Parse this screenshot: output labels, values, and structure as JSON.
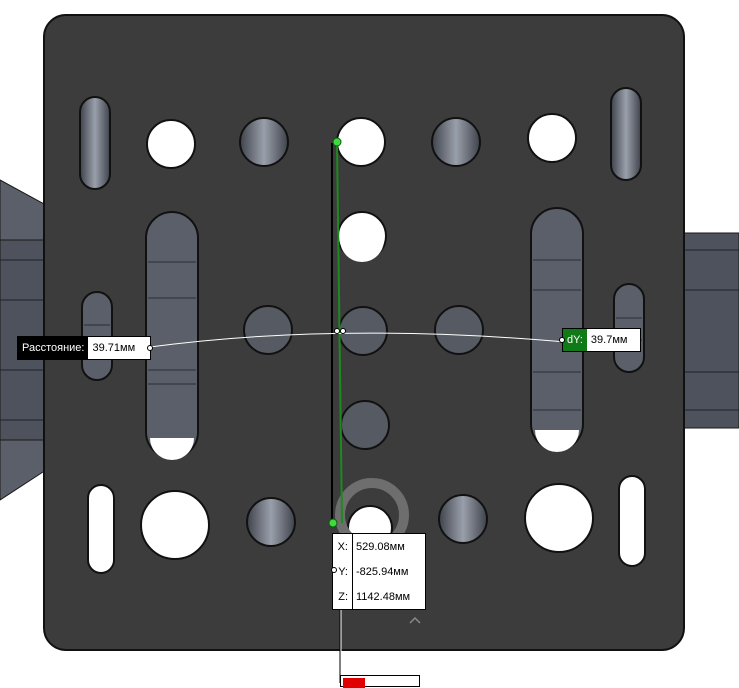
{
  "distance_callout": {
    "label": "Расстояние:",
    "value": "39.71мм"
  },
  "dy_callout": {
    "label": "dY:",
    "value": "39.7мм"
  },
  "coordinates": {
    "x": {
      "axis": "X:",
      "value": "529.08мм"
    },
    "y": {
      "axis": "Y:",
      "value": "-825.94мм"
    },
    "z": {
      "axis": "Z:",
      "value": "1142.48мм"
    }
  },
  "colors": {
    "plate": "#3c3c3c",
    "plate_edge": "#1a1a1a",
    "background_part": "#565b66",
    "measure_line": "#1d8a1d",
    "endpoint": "#3cdc3c",
    "dy_label_bg": "#0f7a16",
    "bottom_indicator": "#e00000"
  },
  "icons": {
    "collapse": "chevron-up-icon"
  }
}
